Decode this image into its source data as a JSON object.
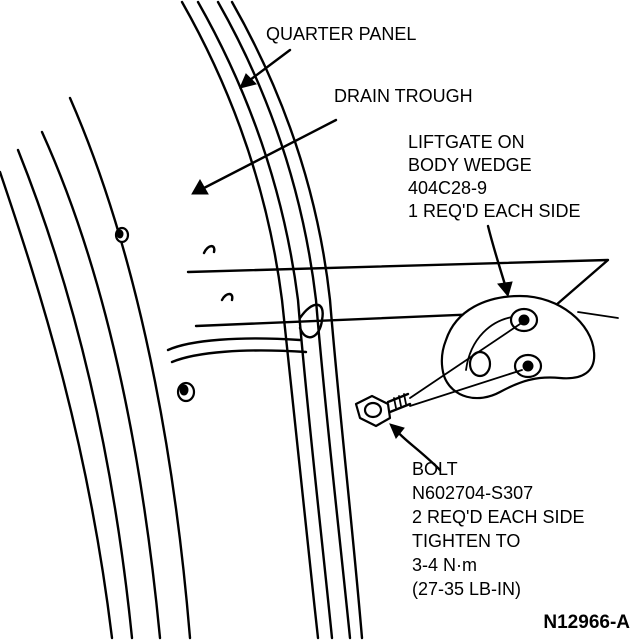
{
  "labels": {
    "quarter_panel": "QUARTER PANEL",
    "drain_trough": "DRAIN TROUGH",
    "wedge": [
      "LIFTGATE ON",
      "BODY WEDGE",
      "404C28-9",
      "1 REQ'D EACH SIDE"
    ],
    "bolt": [
      "BOLT",
      "N602704-S307",
      "2 REQ'D EACH SIDE",
      "TIGHTEN TO",
      "3-4 N·m",
      "(27-35 LB-IN)"
    ],
    "figure_id": "N12966-A"
  },
  "colors": {
    "ink": "#000000",
    "paper": "#ffffff"
  }
}
